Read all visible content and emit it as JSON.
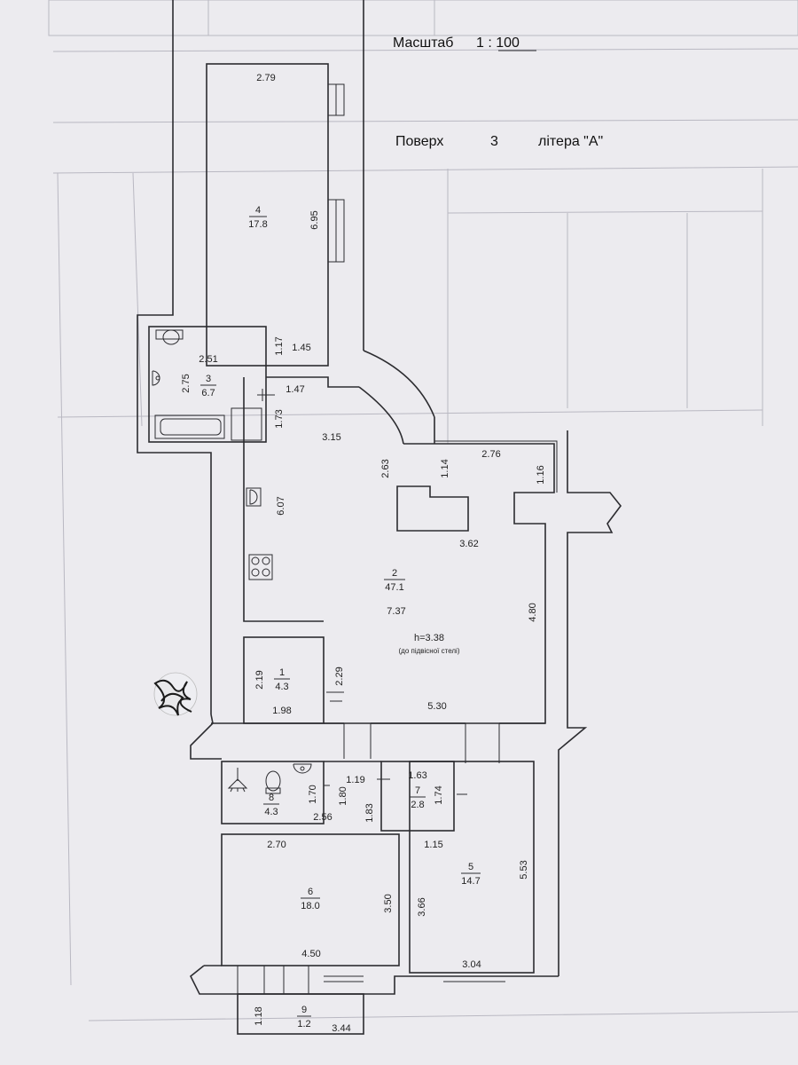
{
  "header": {
    "scale_label": "Масштаб",
    "scale_value": "1 : 100",
    "floor_label": "Поверх",
    "floor_value": "3",
    "letter_label": "літера \"А\""
  },
  "rooms": [
    {
      "id": "room-4",
      "number": "4",
      "area": "17.8"
    },
    {
      "id": "room-3",
      "number": "3",
      "area": "6.7"
    },
    {
      "id": "room-2",
      "number": "2",
      "area": "47.1"
    },
    {
      "id": "room-1",
      "number": "1",
      "area": "4.3"
    },
    {
      "id": "room-8",
      "number": "8",
      "area": "4.3"
    },
    {
      "id": "room-7",
      "number": "7",
      "area": "2.8"
    },
    {
      "id": "room-6",
      "number": "6",
      "area": "18.0"
    },
    {
      "id": "room-5",
      "number": "5",
      "area": "14.7"
    },
    {
      "id": "room-9",
      "number": "9",
      "area": "1.2"
    }
  ],
  "dimensions": {
    "d_279": "2.79",
    "d_695": "6.95",
    "d_117": "1.17",
    "d_145": "1.45",
    "d_251": "2.51",
    "d_275": "2.75",
    "d_147": "1.47",
    "d_173": "1.73",
    "d_315": "3.15",
    "d_263": "2.63",
    "d_114": "1.14",
    "d_276": "2.76",
    "d_116": "1.16",
    "d_607": "6.07",
    "d_362": "3.62",
    "d_737": "7.37",
    "d_480": "4.80",
    "d_219": "2.19",
    "d_229": "2.29",
    "d_198": "1.98",
    "d_530": "5.30",
    "d_119": "1.19",
    "d_163": "1.63",
    "d_170": "1.70",
    "d_180": "1.80",
    "d_256": "2.56",
    "d_183": "1.83",
    "d_174": "1.74",
    "d_270": "2.70",
    "d_115": "1.15",
    "d_350": "3.50",
    "d_366": "3.66",
    "d_553": "5.53",
    "d_450": "4.50",
    "d_304": "3.04",
    "d_118": "1.18",
    "d_344": "3.44"
  },
  "ceiling_height": "h=3.38",
  "ceiling_note": "(до підвісної стелі)"
}
